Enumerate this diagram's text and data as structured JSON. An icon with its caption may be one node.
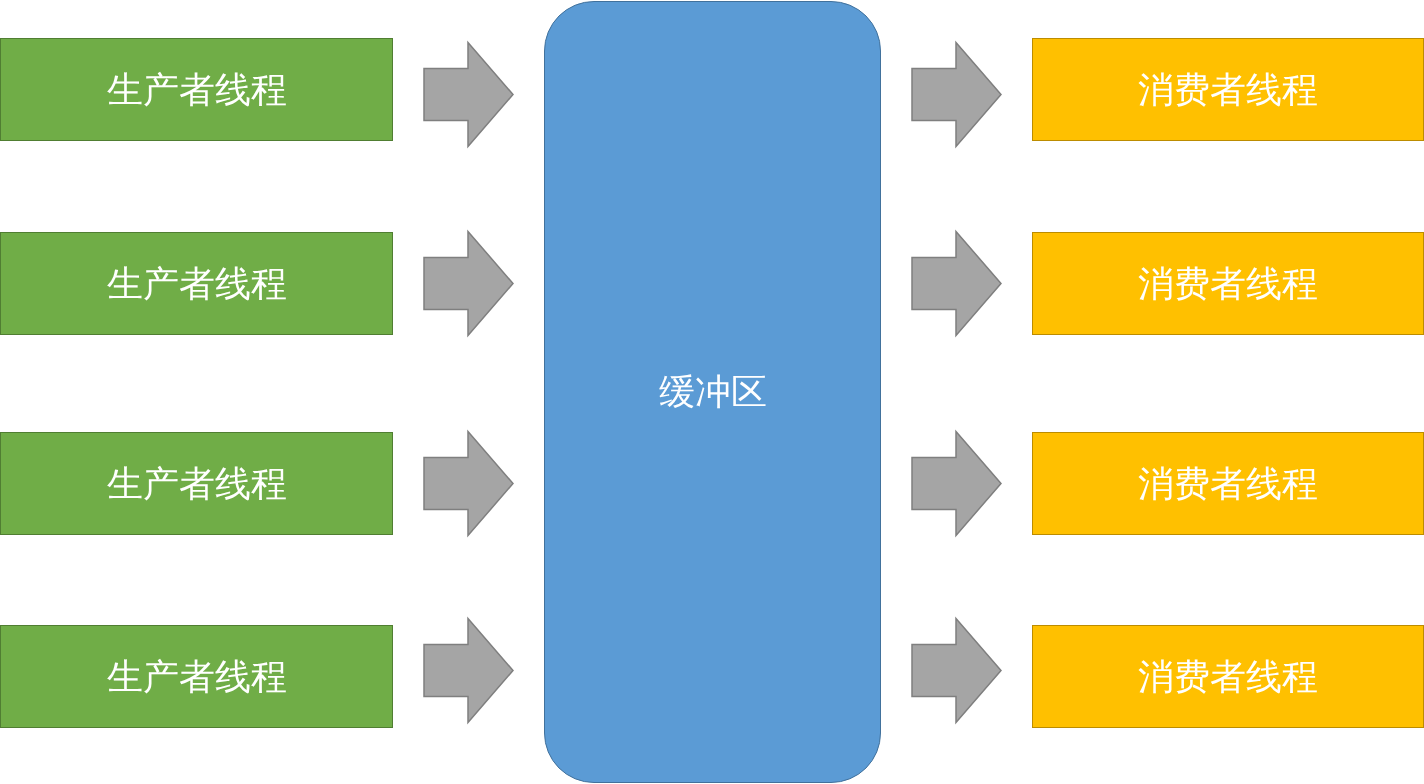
{
  "diagram": {
    "nodes": [
      {
        "text": [
          "生产者线程"
        ]
      },
      {
        "text": [
          "生产者线程"
        ]
      },
      {
        "text": [
          "生产者线程"
        ]
      },
      {
        "text": [
          "生产者线程"
        ]
      },
      {
        "text": [
          "缓冲区"
        ]
      },
      {
        "text": [
          "消费者线程"
        ]
      },
      {
        "text": [
          "消费者线程"
        ]
      },
      {
        "text": [
          "消费者线程"
        ]
      },
      {
        "text": [
          "消费者线程"
        ]
      }
    ],
    "edges": [
      {
        "from": 0,
        "to": 4,
        "arrow": "to"
      },
      {
        "from": 1,
        "to": 4,
        "arrow": "to"
      },
      {
        "from": 2,
        "to": 4,
        "arrow": "to"
      },
      {
        "from": 3,
        "to": 4,
        "arrow": "to"
      },
      {
        "from": 4,
        "to": 5,
        "arrow": "to"
      },
      {
        "from": 4,
        "to": 6,
        "arrow": "to"
      },
      {
        "from": 4,
        "to": 7,
        "arrow": "to"
      },
      {
        "from": 4,
        "to": 8,
        "arrow": "to"
      }
    ]
  }
}
